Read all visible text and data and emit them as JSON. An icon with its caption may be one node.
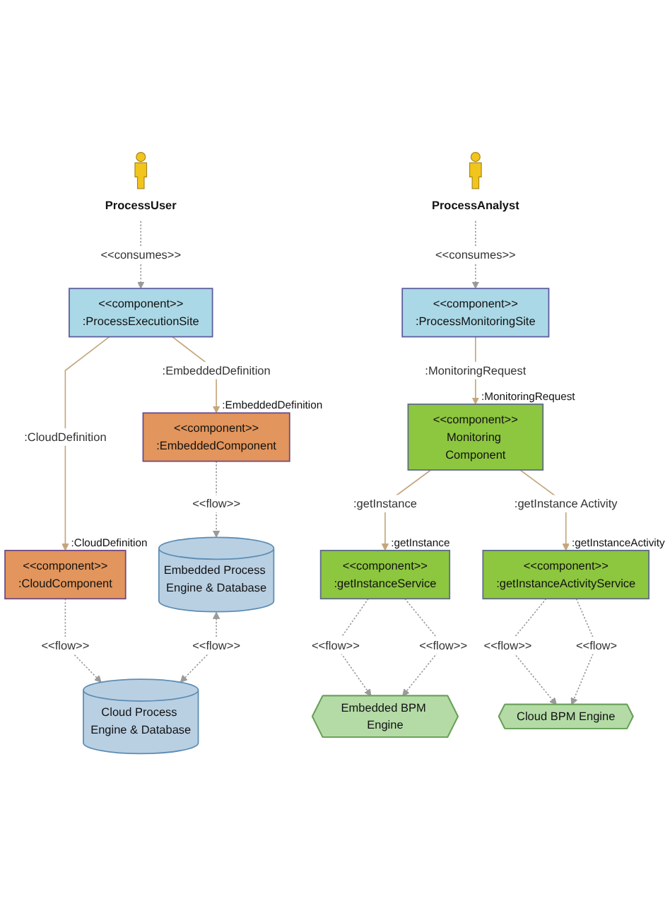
{
  "diagram": {
    "nodes": [
      {
        "text": [
          "ProcessUser"
        ]
      },
      {
        "text": [
          "ProcessAnalyst"
        ]
      },
      {
        "text": [
          "<<component>>",
          ":ProcessExecutionSite"
        ]
      },
      {
        "text": [
          "<<component>>",
          ":ProcessMonitoringSite"
        ]
      },
      {
        "text": [
          "<<component>>",
          ":EmbeddedComponent"
        ],
        "beside": [
          ":EmbeddedDefinition"
        ]
      },
      {
        "text": [
          "<<component>>",
          ":CloudComponent"
        ],
        "beside": [
          ":CloudDefinition"
        ]
      },
      {
        "text": [
          "<<component>>",
          "Monitoring Component"
        ],
        "beside": [
          ":MonitoringRequest"
        ]
      },
      {
        "text": [
          "Embedded Process Engine & Database"
        ]
      },
      {
        "text": [
          "Cloud Process Engine & Database"
        ]
      },
      {
        "text": [
          "<<component>>",
          ":getInstanceService"
        ],
        "beside": [
          ":getInstance"
        ]
      },
      {
        "text": [
          "<<component>>",
          ":getInstanceActivityService"
        ],
        "beside": [
          ":getInstanceActivity"
        ]
      },
      {
        "text": [
          "Embedded BPM Engine"
        ]
      },
      {
        "text": [
          "Cloud BPM Engine"
        ]
      }
    ],
    "edges": [
      {
        "from": 0,
        "to": 2,
        "arrow": "to",
        "style": "dashed",
        "label": "<<consumes>>"
      },
      {
        "from": 1,
        "to": 3,
        "arrow": "to",
        "style": "dashed",
        "label": "<<consumes>>"
      },
      {
        "from": 2,
        "to": 4,
        "arrow": "to",
        "label": ":EmbeddedDefinition",
        "color": "#c4a67c"
      },
      {
        "from": 2,
        "to": 5,
        "arrow": "to",
        "label": ":CloudDefinition",
        "color": "#c4a67c"
      },
      {
        "from": 3,
        "to": 6,
        "arrow": "to",
        "label": ":MonitoringRequest",
        "color": "#c4a67c"
      },
      {
        "from": 4,
        "to": 7,
        "arrow": "to",
        "style": "dashed",
        "label": "<<flow>>"
      },
      {
        "from": 5,
        "to": 8,
        "arrow": "to",
        "style": "dashed",
        "label": "<<flow>>"
      },
      {
        "from": 7,
        "to": 8,
        "arrow": "both",
        "style": "dashed",
        "label": "<<flow>>"
      },
      {
        "from": 6,
        "to": 9,
        "arrow": "to",
        "label": ":getInstance",
        "color": "#c4a67c"
      },
      {
        "from": 6,
        "to": 10,
        "arrow": "to",
        "label": ":getInstance Activity",
        "color": "#c4a67c"
      },
      {
        "from": 9,
        "to": 11,
        "arrow": "to",
        "style": "dashed",
        "label": "<<flow>>"
      },
      {
        "from": 10,
        "to": 12,
        "arrow": "to",
        "style": "dashed",
        "label": "<<flow>>"
      },
      {
        "from": 9,
        "to": 11,
        "arrow": "to",
        "style": "dashed",
        "label": "<<flow>>"
      },
      {
        "from": 10,
        "to": 12,
        "arrow": "to",
        "style": "dashed",
        "label": "<<flow>"
      }
    ]
  }
}
